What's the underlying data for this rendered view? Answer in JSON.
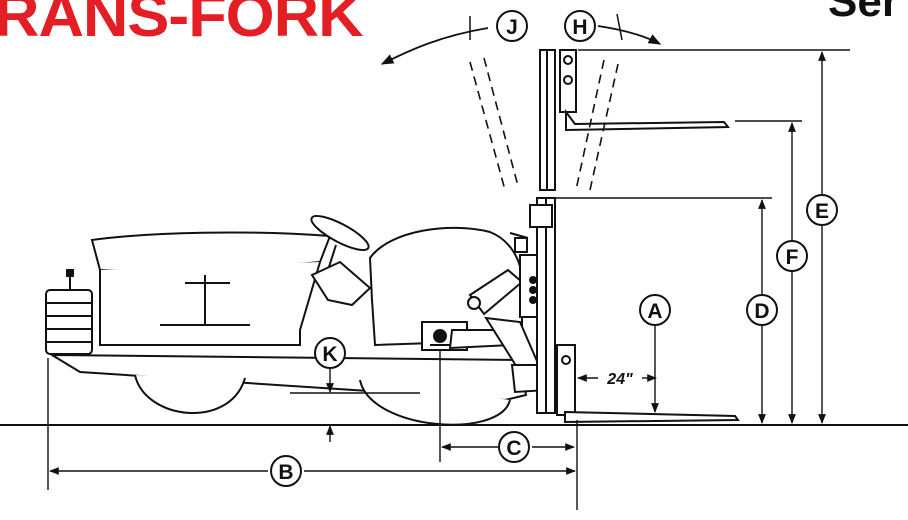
{
  "brand": {
    "title": "RANS-FORK",
    "title_color": "#e31e24",
    "corner_text": "Ser"
  },
  "dimension_labels": {
    "A": "A",
    "B": "B",
    "C": "C",
    "D": "D",
    "E": "E",
    "F": "F",
    "H": "H",
    "J": "J",
    "K": "K"
  },
  "fork_offset": "24\""
}
